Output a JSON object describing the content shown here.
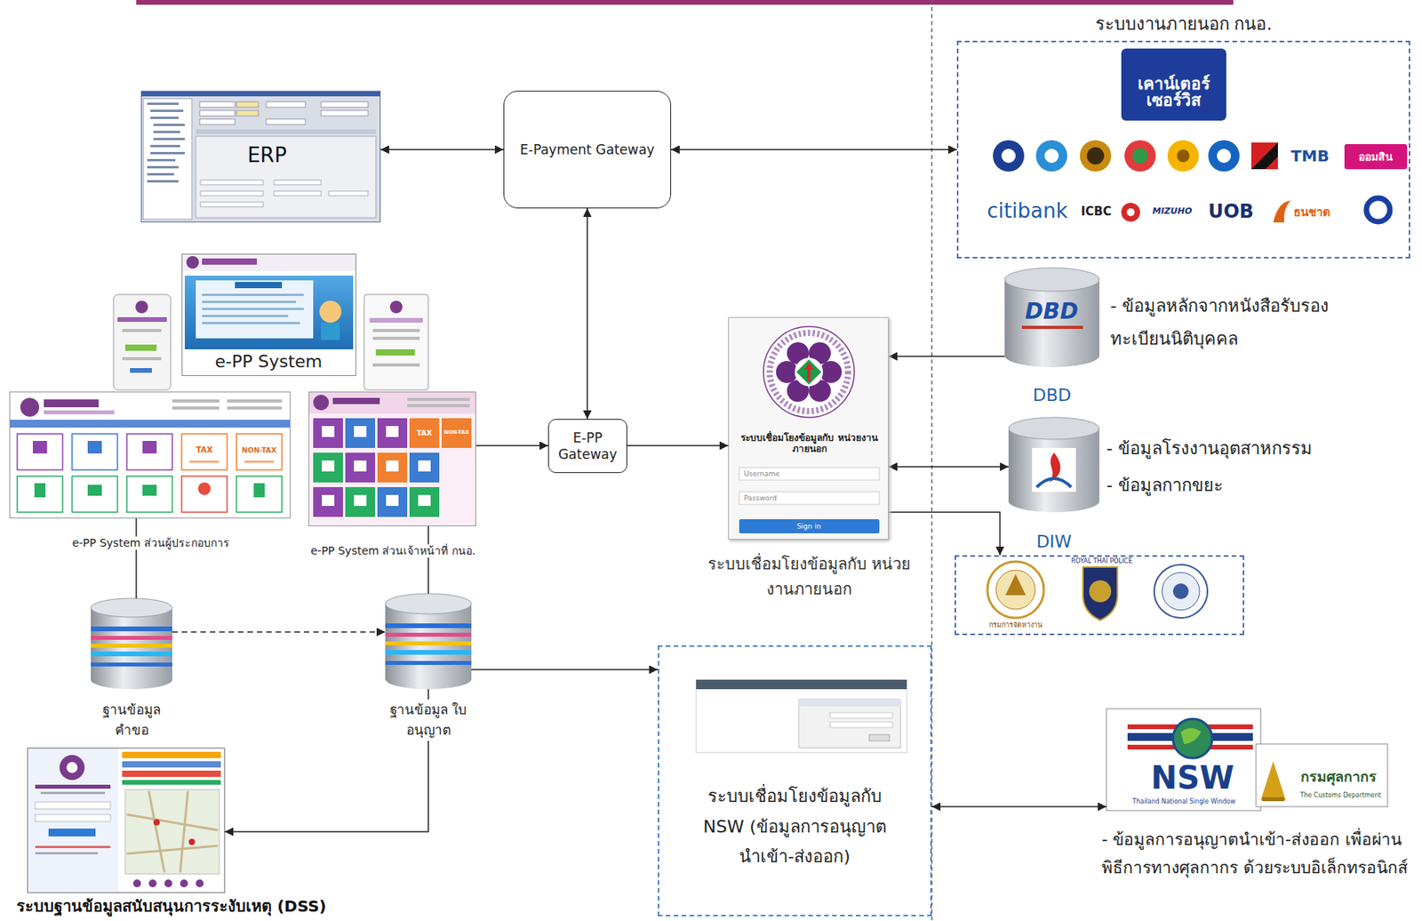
{
  "diagram": {
    "nodes": [
      {
        "text": [
          "ERP"
        ]
      },
      {
        "text": [
          "E-Payment Gateway"
        ]
      },
      {
        "text": [
          "ระบบงานภายนอก กนอ."
        ]
      },
      {
        "text": [
          "เคาน์เตอร์ เซอร์วิส"
        ],
        "in": 2
      },
      {
        "text": [
          "e-PP System"
        ]
      },
      {
        "text": [
          "e-PP System ส่วนผู้ประกอบการ"
        ]
      },
      {
        "text": [
          "e-PP System ส่วนเจ้าหน้าที่ กนอ."
        ]
      },
      {
        "text": [
          "E-PP Gateway"
        ]
      },
      {
        "text": [
          "ระบบเชื่อมโยงข้อมูลกับ หน่วยงานภายนอก",
          "ระบบเชื่อมโยงข้อมูลกับ หน่วยงานภายนอก"
        ]
      },
      {
        "text": [
          "- ข้อมูลหลักจากหนังสือรับรอง ทะเบียนนิติบุคคล",
          "DBD"
        ]
      },
      {
        "text": [
          "- ข้อมูลโรงงานอุตสาหกรรม",
          "- ข้อมูลกากขยะ",
          "DIW"
        ]
      },
      {
        "text": [
          "กรมการจัดหางาน",
          "ROYAL THAI POLICE"
        ]
      },
      {
        "text": [
          "ฐานข้อมูล คำขอ"
        ]
      },
      {
        "text": [
          "ฐานข้อมูล ใบอนุญาต"
        ]
      },
      {
        "text": [
          "ระบบเชื่อมโยงข้อมูลกับ NSW (ข้อมูลการอนุญาต นำเข้า-ส่งออก)"
        ]
      },
      {
        "text": [
          "NSW",
          "กรมศุลกากร",
          "- ข้อมูลการอนุญาตนำเข้า-ส่งออก เพื่อผ่านพิธีการทางศุลกากร ด้วยระบบอิเล็กทรอนิกส์"
        ]
      },
      {
        "text": [
          "ระบบฐานข้อมูลสนับสนุนการระงับเหตุ (DSS)"
        ]
      }
    ],
    "edges": [
      {
        "from": 0,
        "to": 1,
        "arrow": "both"
      },
      {
        "from": 1,
        "to": 2,
        "arrow": "both"
      },
      {
        "from": 1,
        "to": 7,
        "arrow": "both"
      },
      {
        "from": 6,
        "to": 7,
        "arrow": "to"
      },
      {
        "from": 7,
        "to": 8,
        "arrow": "to"
      },
      {
        "from": 9,
        "to": 8,
        "arrow": "to"
      },
      {
        "from": 8,
        "to": 10,
        "arrow": "both"
      },
      {
        "from": 8,
        "to": 11,
        "arrow": "to"
      },
      {
        "from": 5,
        "to": 12,
        "arrow": "none"
      },
      {
        "from": 6,
        "to": 13,
        "arrow": "none"
      },
      {
        "from": 12,
        "to": 13,
        "arrow": "to"
      },
      {
        "from": 13,
        "to": 14,
        "arrow": "to"
      },
      {
        "from": 13,
        "to": 16,
        "arrow": "to"
      },
      {
        "from": 14,
        "to": 15,
        "arrow": "both"
      }
    ],
    "labels": [
      "TAX",
      "NON-TAX",
      "TAX",
      "NON-TAX",
      "Username",
      "Password",
      "Sign in",
      "TMB",
      "ออมสิน",
      "citibank",
      "ICBC",
      "MIZUHO",
      "UOB",
      "ธนชาต",
      "Thailand National Single Window",
      "The Customs Department",
      "DBD"
    ]
  }
}
